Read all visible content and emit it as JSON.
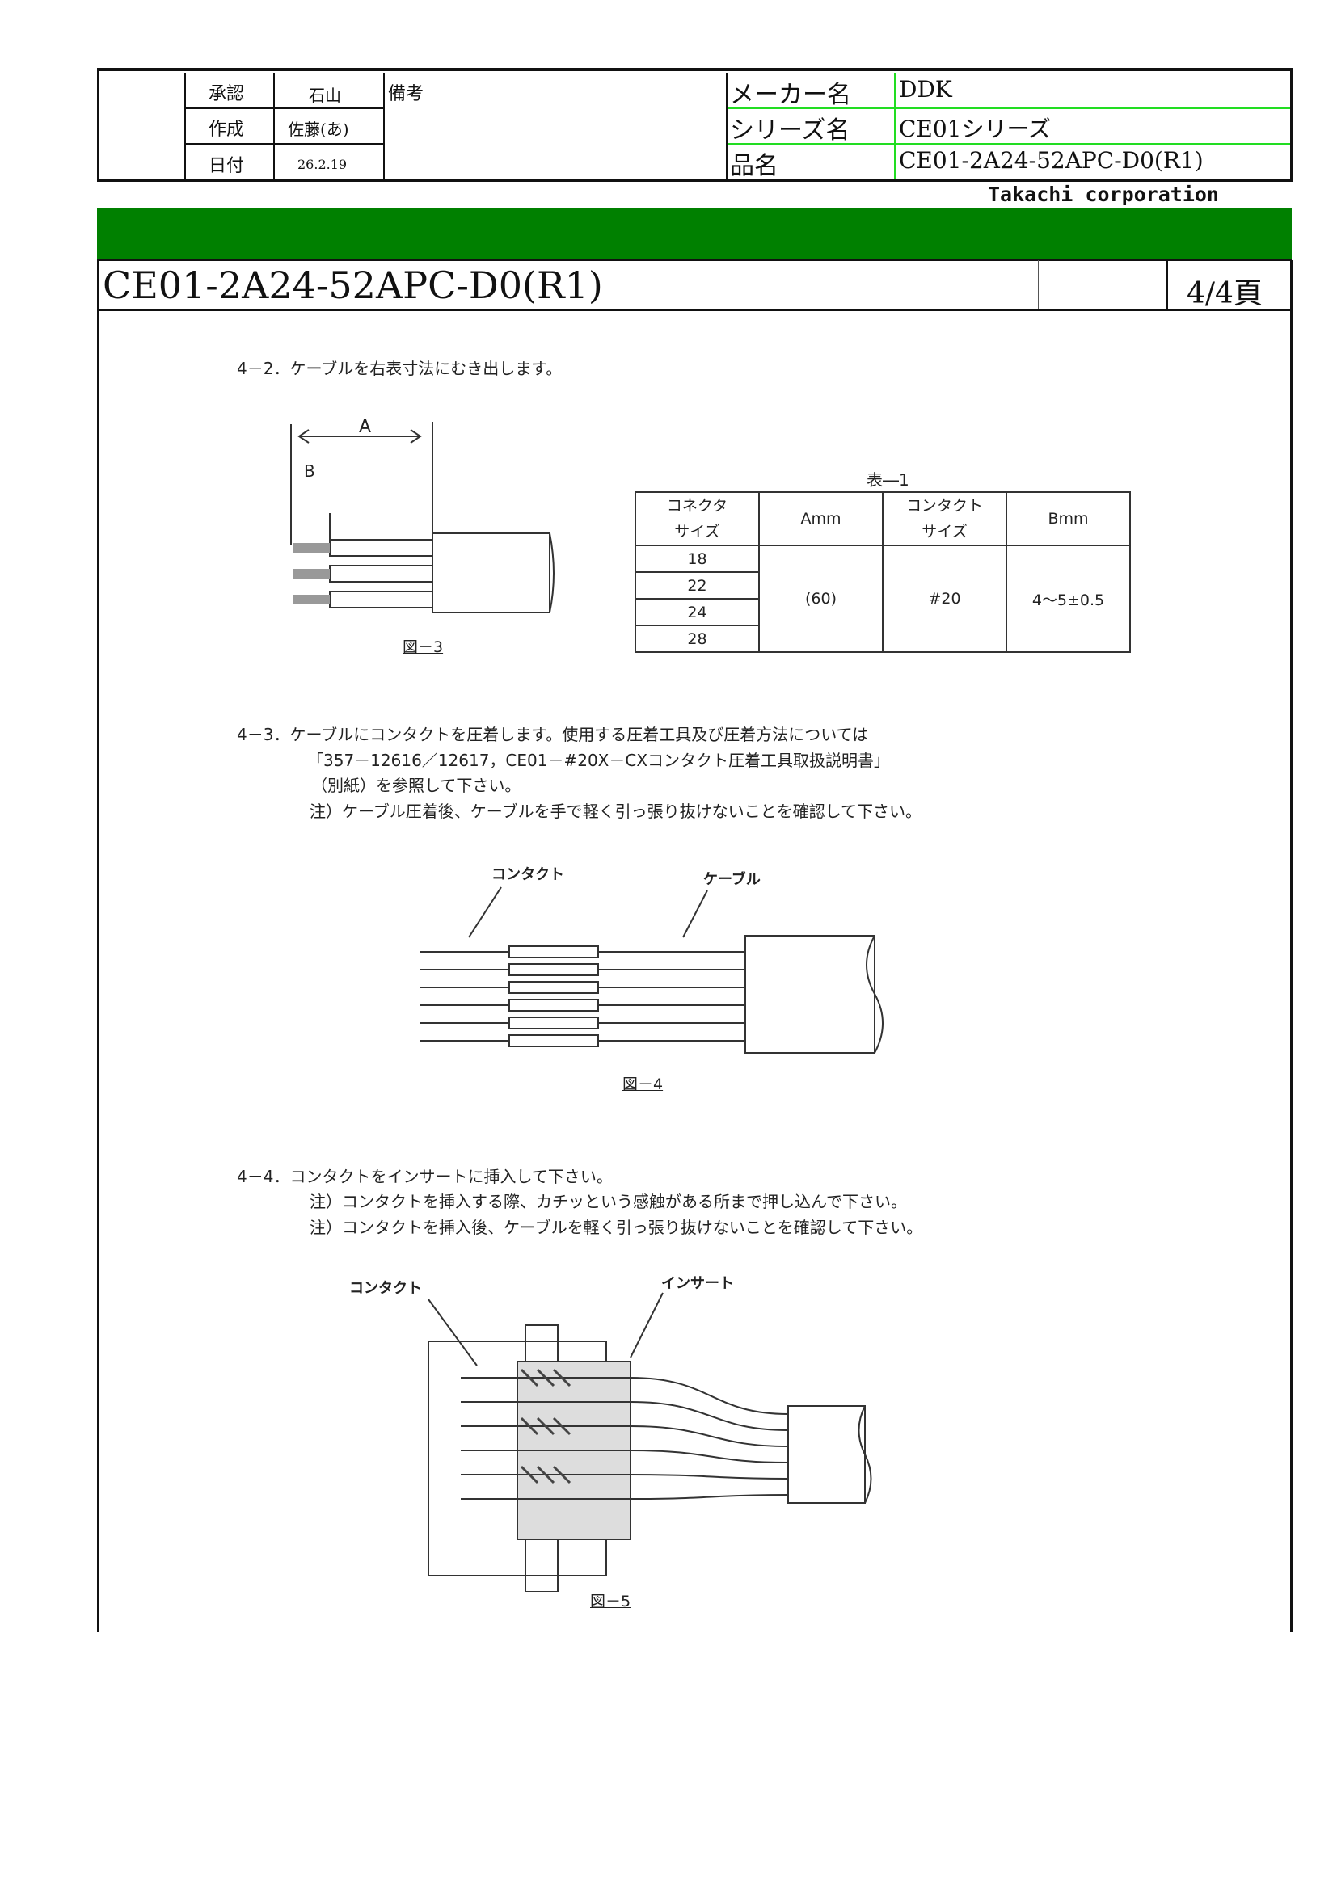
{
  "header": {
    "approve_label": "承認",
    "approve_value": "石山",
    "create_label": "作成",
    "create_value": "佐藤(あ)",
    "date_label": "日付",
    "date_value": "26.2.19",
    "remarks_label": "備考",
    "maker_label": "メーカー名",
    "maker_value": "DDK",
    "series_label": "シリーズ名",
    "series_value": "CE01シリーズ",
    "product_label": "品名",
    "product_value": "CE01-2A24-52APC-D0(R1)",
    "company": "Takachi corporation"
  },
  "title": {
    "product": "CE01-2A24-52APC-D0(R1)",
    "page": "4/4頁"
  },
  "colors": {
    "green_bar": "#008000",
    "green_lines": "#22dd22"
  },
  "section_4_2": {
    "text": "4－2．ケーブルを右表寸法にむき出します。",
    "fig_label_a": "A",
    "fig_label_b": "B",
    "fig_caption": "図－3",
    "table_caption": "表―1",
    "table_headers": [
      "コネクタ\nサイズ",
      "Amm",
      "コンタクト\nサイズ",
      "Bmm"
    ],
    "connector_sizes": [
      "18",
      "22",
      "24",
      "28"
    ],
    "a_mm": "(60)",
    "contact_size": "#20",
    "b_mm": "4～5±0.5"
  },
  "section_4_3": {
    "lines": [
      "4－3．ケーブルにコンタクトを圧着します。使用する圧着工具及び圧着方法については",
      "「357－12616／12617，CE01－#20X－CXコンタクト圧着工具取扱説明書」",
      "（別紙）を参照して下さい。",
      "注）ケーブル圧着後、ケーブルを手で軽く引っ張り抜けないことを確認して下さい。"
    ],
    "fig_label_contact": "コンタクト",
    "fig_label_cable": "ケーブル",
    "fig_caption": "図－4"
  },
  "section_4_4": {
    "lines": [
      "4－4．コンタクトをインサートに挿入して下さい。",
      "注）コンタクトを挿入する際、カチッという感触がある所まで押し込んで下さい。",
      "注）コンタクトを挿入後、ケーブルを軽く引っ張り抜けないことを確認して下さい。"
    ],
    "fig_label_contact": "コンタクト",
    "fig_label_insert": "インサート",
    "fig_caption": "図－5"
  }
}
